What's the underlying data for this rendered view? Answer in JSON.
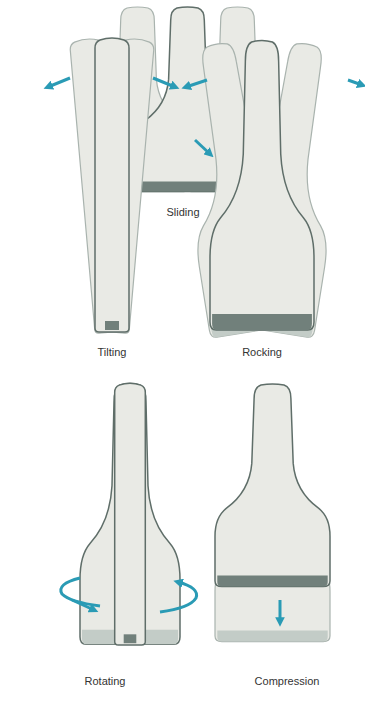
{
  "diagram": {
    "labels": [
      "Sliding",
      "Tilting",
      "Rocking",
      "Rotating",
      "Compression"
    ]
  }
}
